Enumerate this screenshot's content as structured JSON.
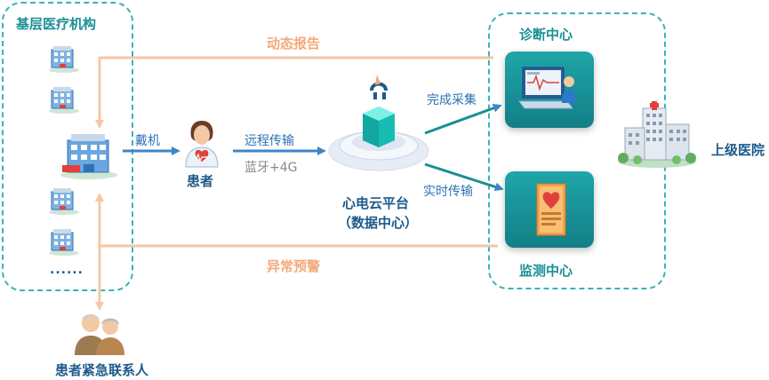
{
  "regions": {
    "primary_care": "基层医疗机构",
    "diagnosis_center": "诊断中心",
    "monitoring_center": "监测中心",
    "upper_hospital": "上级医院"
  },
  "nodes": {
    "patient": "患者",
    "platform_line1": "心电云平台",
    "platform_line2": "（数据中心）",
    "emergency_contact": "患者紧急联系人",
    "more": "......"
  },
  "edges": {
    "dynamic_report": "动态报告",
    "wear": "戴机",
    "remote_transfer": "远程传输",
    "bluetooth_4g": "蓝牙+4G",
    "collection_done": "完成采集",
    "realtime_transfer": "实时传输",
    "abnormal_warning": "异常预警"
  },
  "colors": {
    "teal": "#1a8f96",
    "dashed_border": "#3bb3b5",
    "peach_arrow": "#f6c7a6",
    "blue_arrow": "#3d86c6",
    "center_box": "#1a9aa0"
  }
}
